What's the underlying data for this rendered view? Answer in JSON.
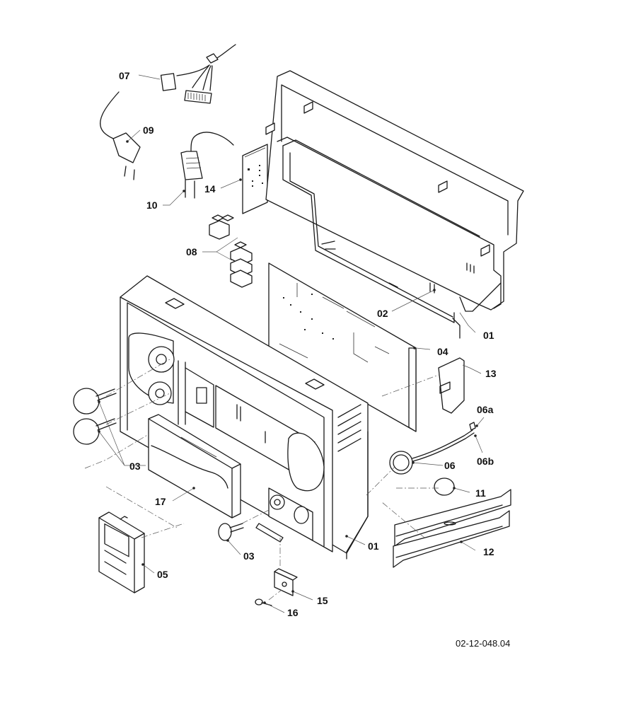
{
  "labels": {
    "p01": "01",
    "p01b": "01",
    "p02": "02",
    "p03a": "03",
    "p03b": "03",
    "p04": "04",
    "p05": "05",
    "p06": "06",
    "p06a": "06a",
    "p06b": "06b",
    "p07": "07",
    "p08": "08",
    "p09": "09",
    "p10": "10",
    "p11": "11",
    "p12": "12",
    "p13": "13",
    "p14": "14",
    "p15": "15",
    "p16": "16",
    "p17": "17"
  },
  "drawing_ref": "02-12-048.04"
}
